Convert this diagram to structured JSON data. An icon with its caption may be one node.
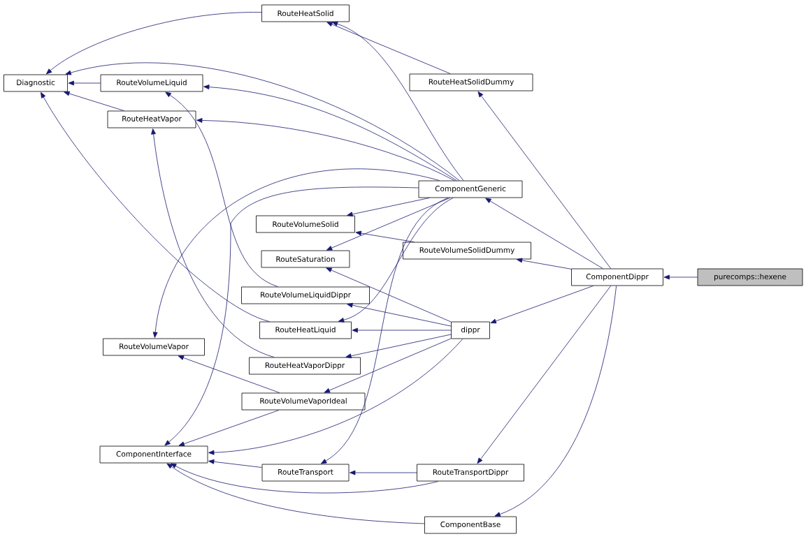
{
  "diagram": {
    "nodes": [
      {
        "text": [
          "purecomps::hexene"
        ]
      },
      {
        "text": [
          "ComponentDippr"
        ]
      },
      {
        "text": [
          "ComponentGeneric"
        ]
      },
      {
        "text": [
          "RouteHeatSolidDummy"
        ]
      },
      {
        "text": [
          "RouteHeatSolid"
        ]
      },
      {
        "text": [
          "Diagnostic"
        ]
      },
      {
        "text": [
          "RouteVolumeLiquid"
        ]
      },
      {
        "text": [
          "RouteHeatVapor"
        ]
      },
      {
        "text": [
          "RouteVolumeSolid"
        ]
      },
      {
        "text": [
          "RouteVolumeSolidDummy"
        ]
      },
      {
        "text": [
          "RouteSaturation"
        ]
      },
      {
        "text": [
          "RouteVolumeLiquidDippr"
        ]
      },
      {
        "text": [
          "RouteHeatLiquid"
        ]
      },
      {
        "text": [
          "dippr"
        ]
      },
      {
        "text": [
          "RouteVolumeVapor"
        ]
      },
      {
        "text": [
          "RouteHeatVaporDippr"
        ]
      },
      {
        "text": [
          "RouteVolumeVaporIdeal"
        ]
      },
      {
        "text": [
          "ComponentInterface"
        ]
      },
      {
        "text": [
          "RouteTransport"
        ]
      },
      {
        "text": [
          "RouteTransportDippr"
        ]
      },
      {
        "text": [
          "ComponentBase"
        ]
      }
    ],
    "edges": [
      {
        "from": 0,
        "to": 1,
        "arrow": "to"
      },
      {
        "from": 1,
        "to": 2,
        "arrow": "to"
      },
      {
        "from": 1,
        "to": 3,
        "arrow": "to"
      },
      {
        "from": 1,
        "to": 9,
        "arrow": "to"
      },
      {
        "from": 1,
        "to": 13,
        "arrow": "to"
      },
      {
        "from": 1,
        "to": 19,
        "arrow": "to"
      },
      {
        "from": 1,
        "to": 20,
        "arrow": "to"
      },
      {
        "from": 3,
        "to": 4,
        "arrow": "to"
      },
      {
        "from": 2,
        "to": 4,
        "arrow": "to"
      },
      {
        "from": 2,
        "to": 5,
        "arrow": "to"
      },
      {
        "from": 2,
        "to": 6,
        "arrow": "to"
      },
      {
        "from": 2,
        "to": 7,
        "arrow": "to"
      },
      {
        "from": 2,
        "to": 14,
        "arrow": "to"
      },
      {
        "from": 2,
        "to": 17,
        "arrow": "to"
      },
      {
        "from": 2,
        "to": 8,
        "arrow": "to"
      },
      {
        "from": 2,
        "to": 10,
        "arrow": "to"
      },
      {
        "from": 2,
        "to": 12,
        "arrow": "to"
      },
      {
        "from": 2,
        "to": 18,
        "arrow": "to"
      },
      {
        "from": 4,
        "to": 5,
        "arrow": "to"
      },
      {
        "from": 6,
        "to": 5,
        "arrow": "to"
      },
      {
        "from": 7,
        "to": 5,
        "arrow": "to"
      },
      {
        "from": 12,
        "to": 5,
        "arrow": "to"
      },
      {
        "from": 11,
        "to": 6,
        "arrow": "to"
      },
      {
        "from": 15,
        "to": 7,
        "arrow": "to"
      },
      {
        "from": 9,
        "to": 8,
        "arrow": "to"
      },
      {
        "from": 13,
        "to": 10,
        "arrow": "to"
      },
      {
        "from": 13,
        "to": 11,
        "arrow": "to"
      },
      {
        "from": 13,
        "to": 12,
        "arrow": "to"
      },
      {
        "from": 13,
        "to": 15,
        "arrow": "to"
      },
      {
        "from": 13,
        "to": 16,
        "arrow": "to"
      },
      {
        "from": 13,
        "to": 17,
        "arrow": "to"
      },
      {
        "from": 16,
        "to": 14,
        "arrow": "to"
      },
      {
        "from": 16,
        "to": 17,
        "arrow": "to"
      },
      {
        "from": 18,
        "to": 17,
        "arrow": "to"
      },
      {
        "from": 19,
        "to": 18,
        "arrow": "to"
      },
      {
        "from": 19,
        "to": 17,
        "arrow": "to"
      },
      {
        "from": 20,
        "to": 17,
        "arrow": "to"
      }
    ]
  }
}
